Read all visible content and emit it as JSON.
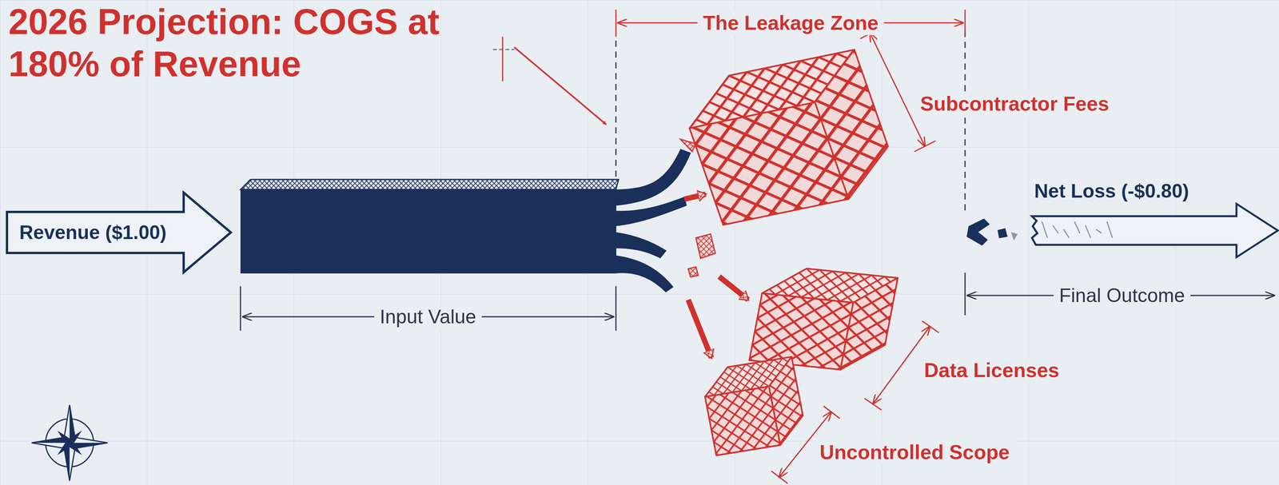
{
  "diagram": {
    "title": "2026 Projection: COGS at 180% of Revenue",
    "nodes": [
      {
        "text": [
          "Revenue ($1.00)"
        ]
      },
      {
        "text": [
          "Subcontractor Fees"
        ]
      },
      {
        "text": [
          "Data Licenses"
        ]
      },
      {
        "text": [
          "Uncontrolled Scope"
        ]
      },
      {
        "text": [
          "Net Loss (-$0.80)"
        ]
      }
    ],
    "labels": [
      "The Leakage Zone",
      "Input Value",
      "Final Outcome"
    ]
  }
}
